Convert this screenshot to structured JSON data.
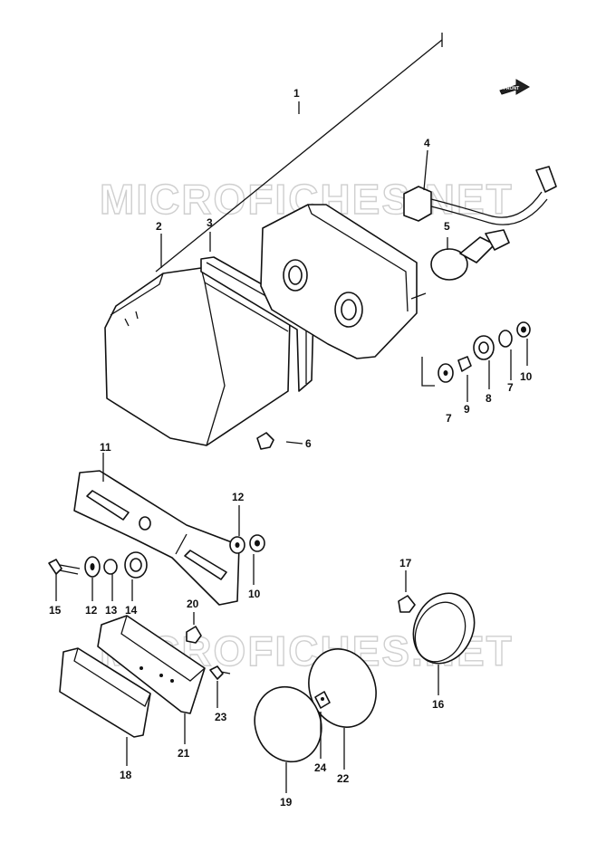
{
  "watermarks": [
    "MICROFICHES.NET",
    "MICROFICHES.NET"
  ],
  "front_label": "FRONT",
  "parts": [
    {
      "num": "1"
    },
    {
      "num": "2"
    },
    {
      "num": "3"
    },
    {
      "num": "4"
    },
    {
      "num": "5"
    },
    {
      "num": "6"
    },
    {
      "num": "7"
    },
    {
      "num": "7"
    },
    {
      "num": "8"
    },
    {
      "num": "9"
    },
    {
      "num": "10"
    },
    {
      "num": "10"
    },
    {
      "num": "11"
    },
    {
      "num": "12"
    },
    {
      "num": "12"
    },
    {
      "num": "13"
    },
    {
      "num": "14"
    },
    {
      "num": "15"
    },
    {
      "num": "16"
    },
    {
      "num": "17"
    },
    {
      "num": "18"
    },
    {
      "num": "19"
    },
    {
      "num": "20"
    },
    {
      "num": "21"
    },
    {
      "num": "22"
    },
    {
      "num": "23"
    },
    {
      "num": "24"
    }
  ]
}
